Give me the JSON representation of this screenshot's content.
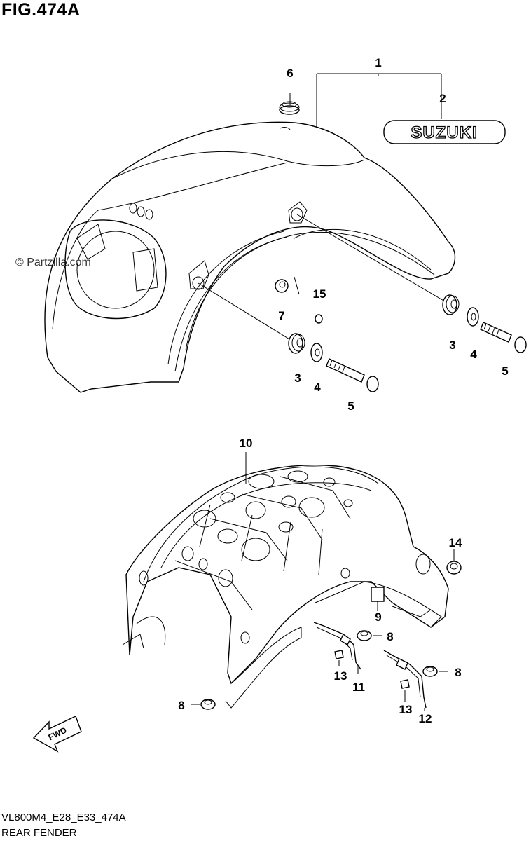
{
  "figure_title": "FIG.474A",
  "watermark": "© Partzilla.com",
  "footer_code": "VL800M4_E28_E33_474A",
  "footer_name": "REAR FENDER",
  "emblem_text": "SUZUKI",
  "fwd_label": "FWD",
  "callouts": {
    "c1": "1",
    "c2": "2",
    "c3a": "3",
    "c3b": "3",
    "c4a": "4",
    "c4b": "4",
    "c5a": "5",
    "c5b": "5",
    "c6": "6",
    "c7": "7",
    "c8a": "8",
    "c8b": "8",
    "c8c": "8",
    "c9": "9",
    "c10": "10",
    "c11": "11",
    "c12": "12",
    "c13a": "13",
    "c13b": "13",
    "c14": "14",
    "c15": "15"
  }
}
